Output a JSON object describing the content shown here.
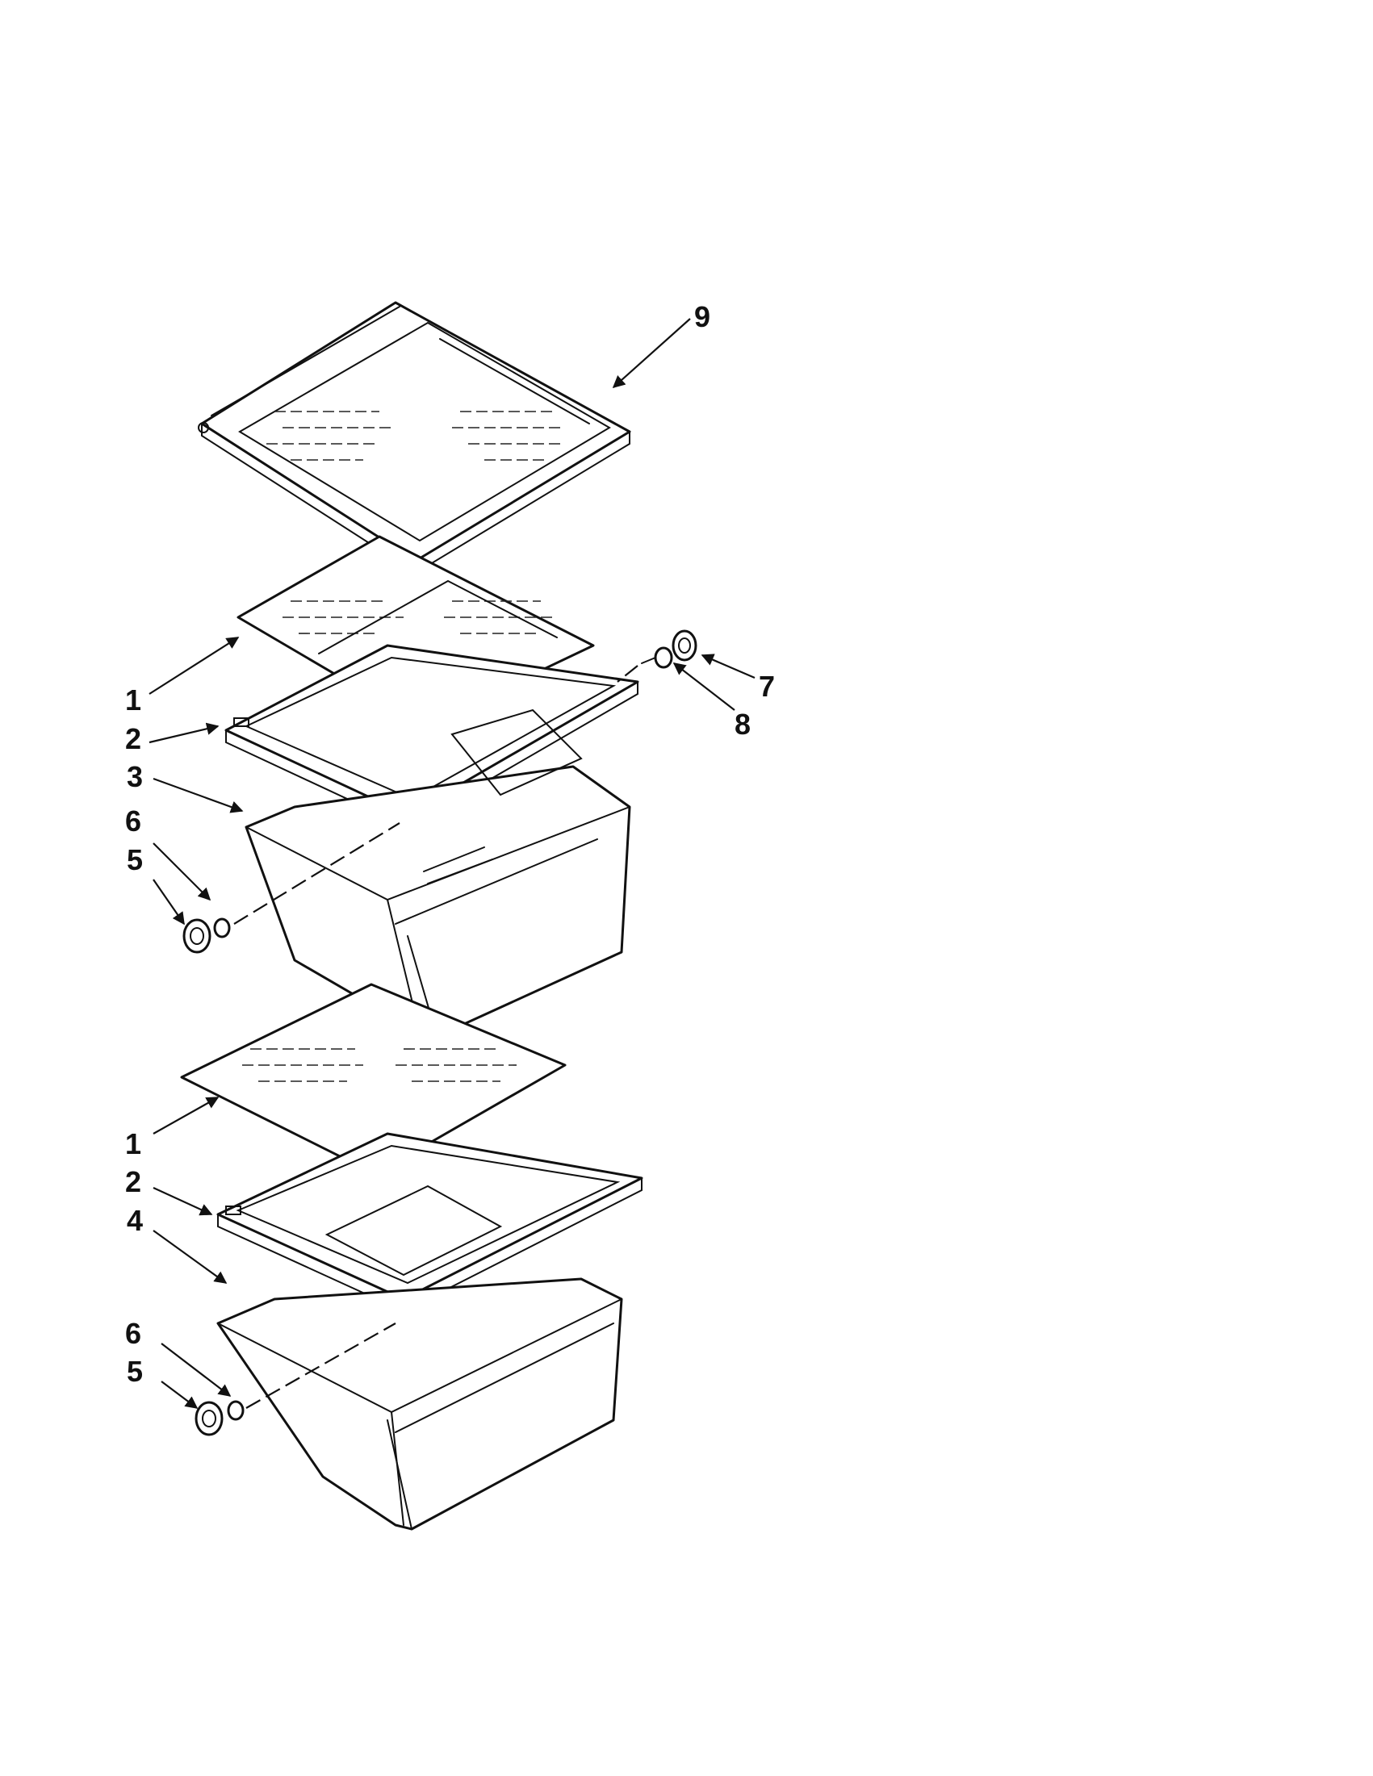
{
  "callouts": {
    "c9": "9",
    "c1a": "1",
    "c2a": "2",
    "c3": "3",
    "c6a": "6",
    "c5a": "5",
    "c7": "7",
    "c8": "8",
    "c1b": "1",
    "c2b": "2",
    "c4": "4",
    "c6b": "6",
    "c5b": "5"
  },
  "colors": {
    "line": "#111111",
    "background": "#ffffff"
  }
}
